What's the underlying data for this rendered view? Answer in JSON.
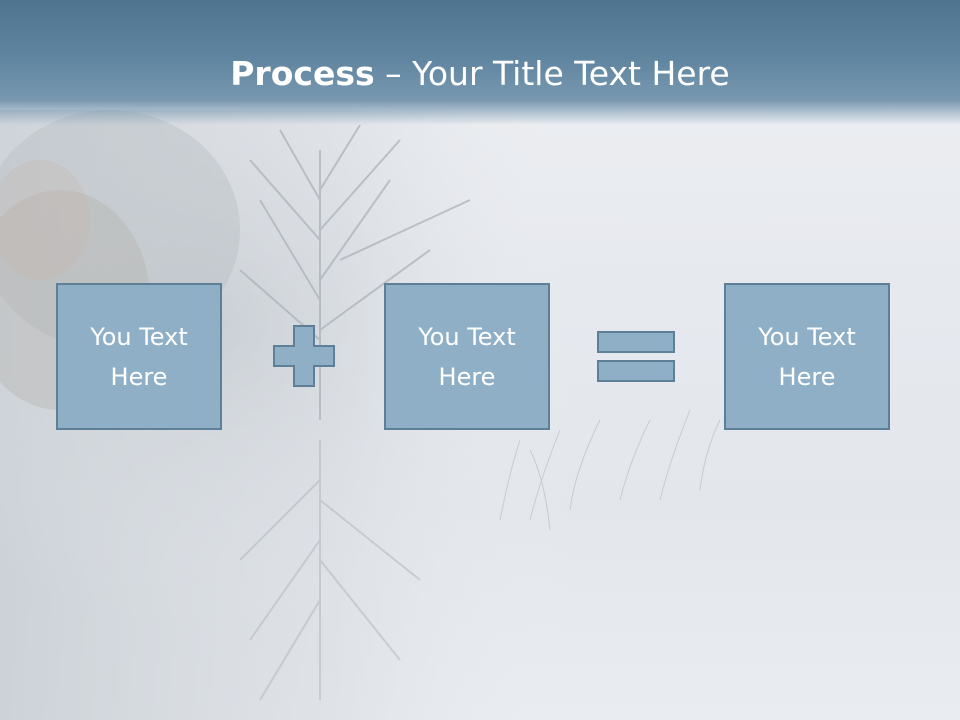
{
  "slide": {
    "title_bold": "Process",
    "title_separator": " – ",
    "title_rest": "Your Title Text Here",
    "boxes": [
      {
        "text": "You Text Here"
      },
      {
        "text": "You Text Here"
      },
      {
        "text": "You Text Here"
      }
    ],
    "operators": [
      "plus-icon",
      "equals-icon"
    ]
  },
  "colors": {
    "title_band": "#5f849f",
    "box_fill": "#8fafc6",
    "box_border": "#5e7f98",
    "text": "#ffffff"
  }
}
